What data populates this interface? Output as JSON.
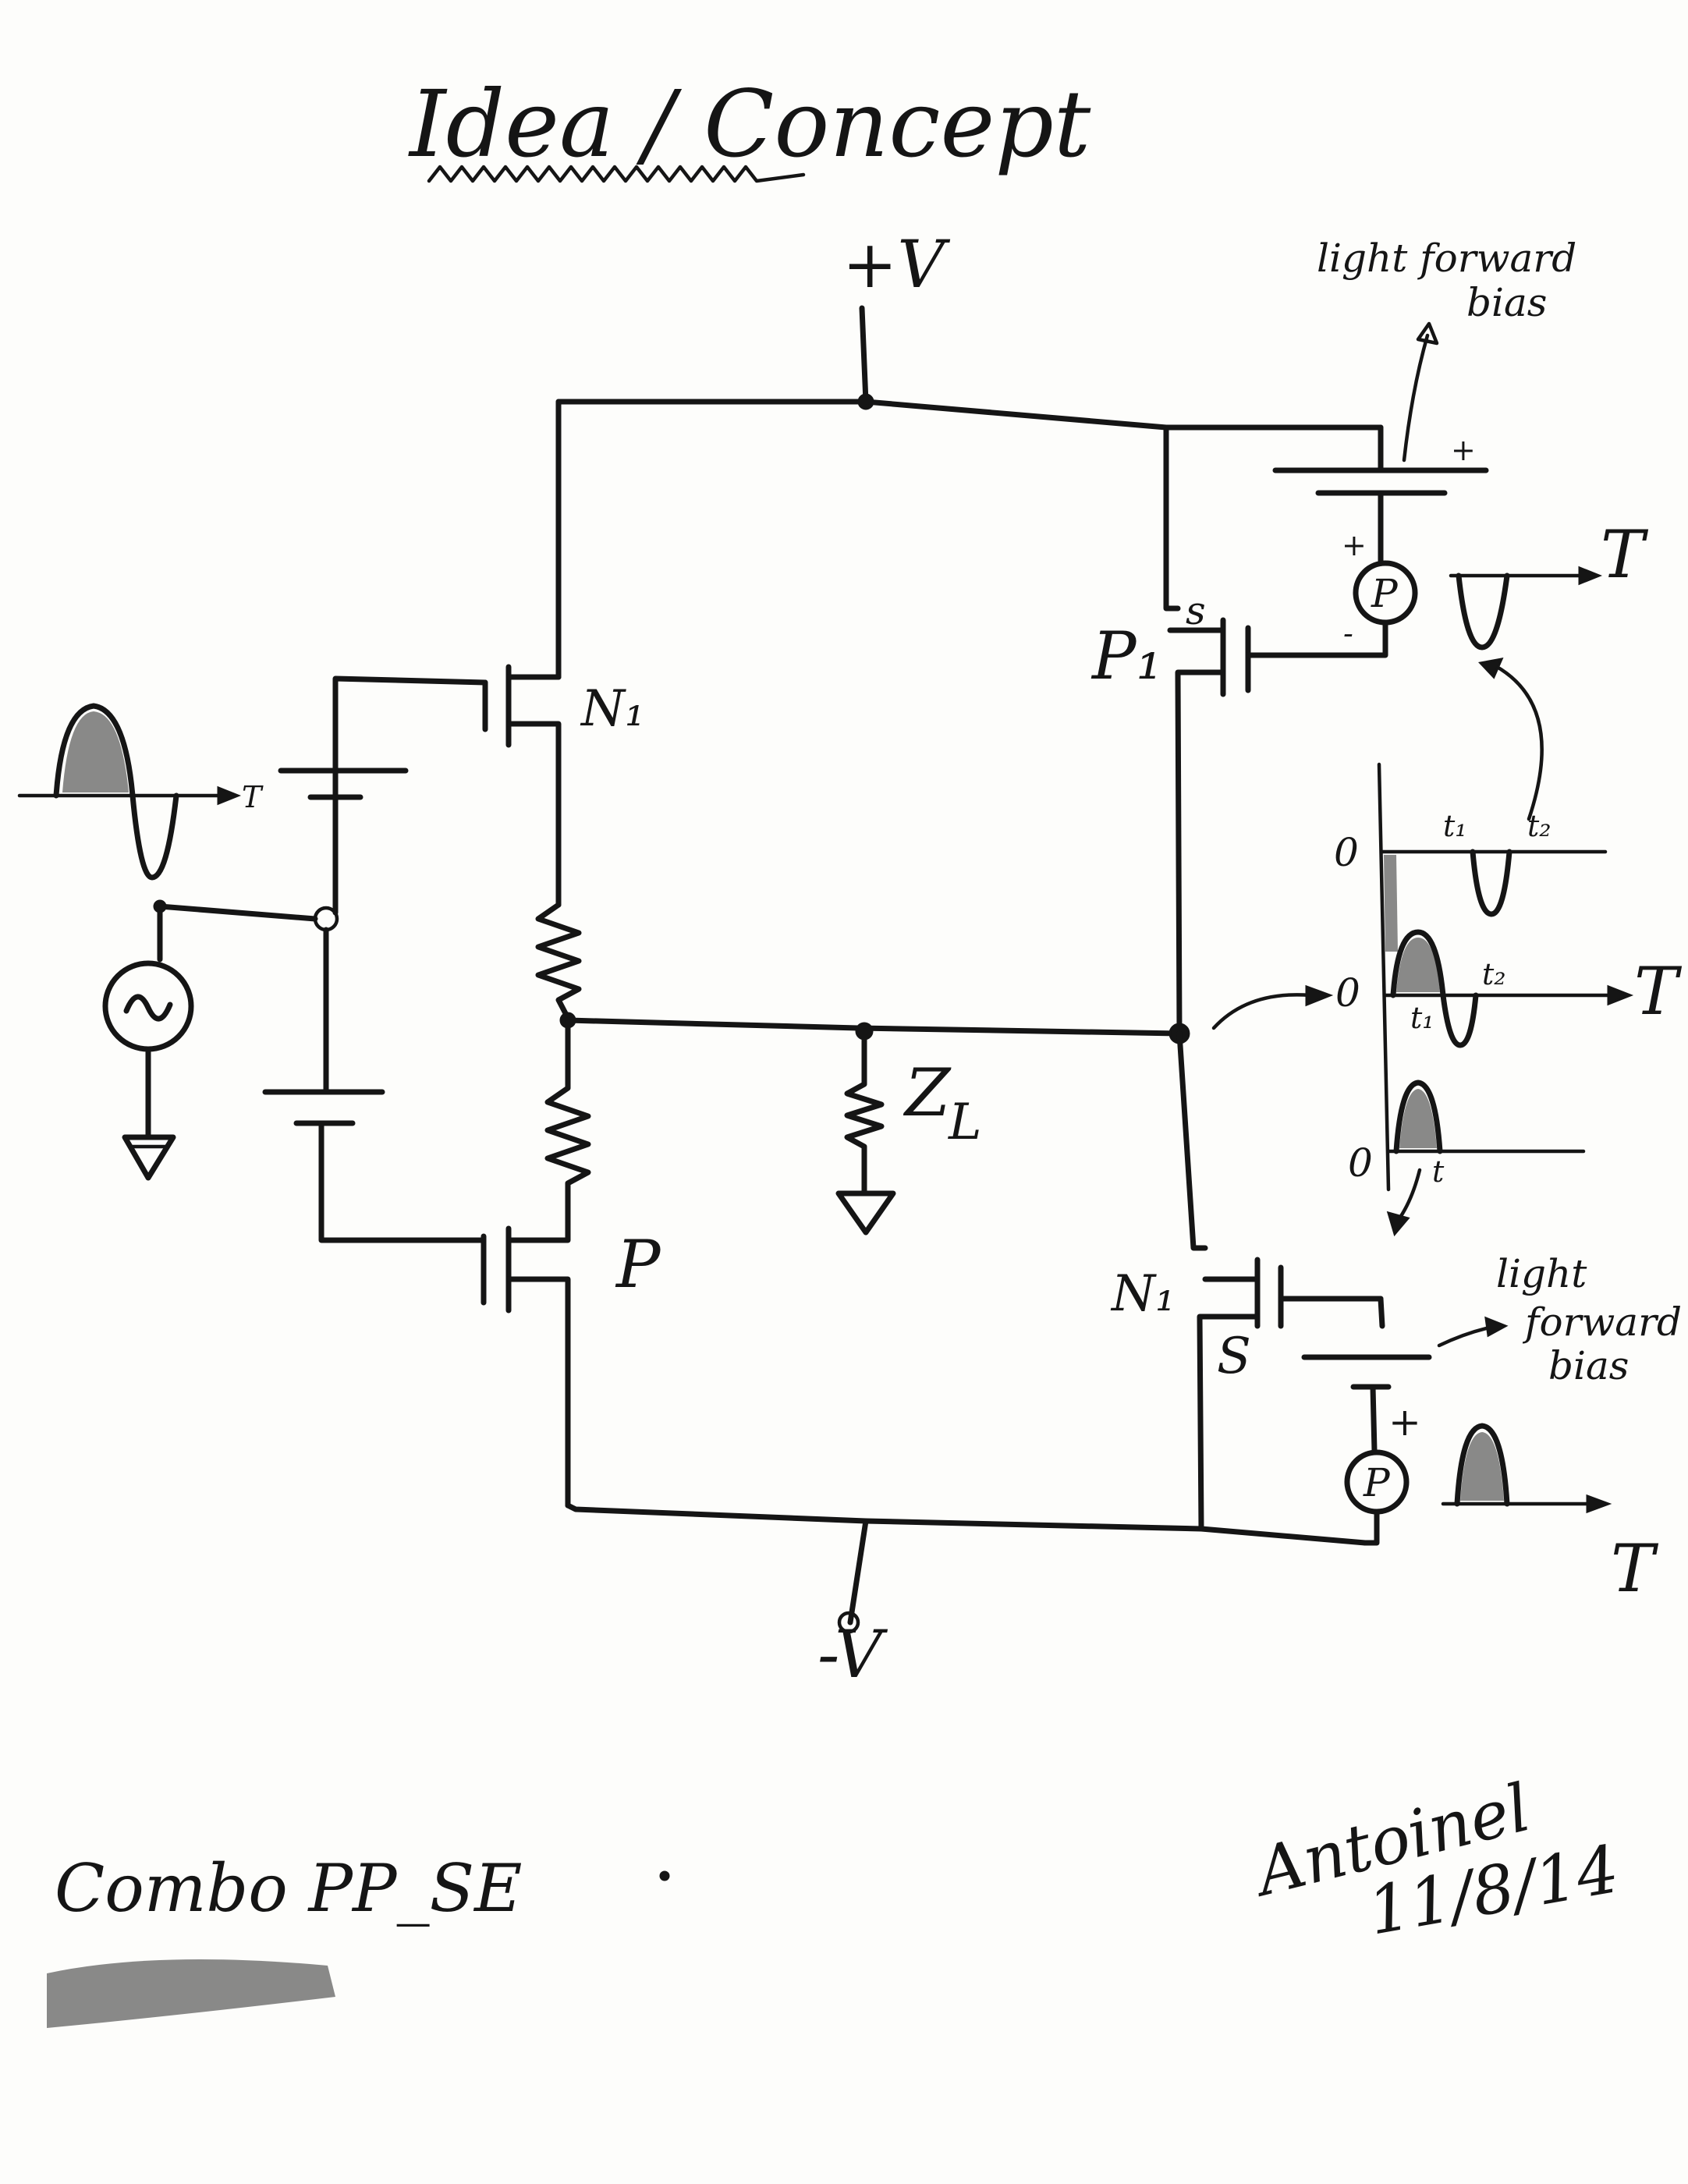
{
  "title": "Idea / Concept",
  "supply": {
    "positive": "+V",
    "negative": "-V"
  },
  "components": {
    "n1": "N₁",
    "p_lower": "P",
    "p1": "P₁",
    "n_lower": "N₁",
    "p1_source": "s",
    "n_lower_source": "S",
    "load": "Z",
    "load_subscript": "L",
    "photo_top": "P",
    "photo_bottom": "P"
  },
  "annotations": {
    "bias_top": [
      "light forward",
      "bias"
    ],
    "bias_bottom": [
      "light",
      "forward",
      "bias"
    ],
    "plus": "+",
    "minus": "-",
    "axis_T": "T",
    "axis_T_small": "T",
    "zero": "0",
    "t1": "t₁",
    "t2": "t₂",
    "t": "t"
  },
  "footer": {
    "name": "Combo PP_SE",
    "signature": "Antoinel",
    "date": "11/8/14"
  }
}
